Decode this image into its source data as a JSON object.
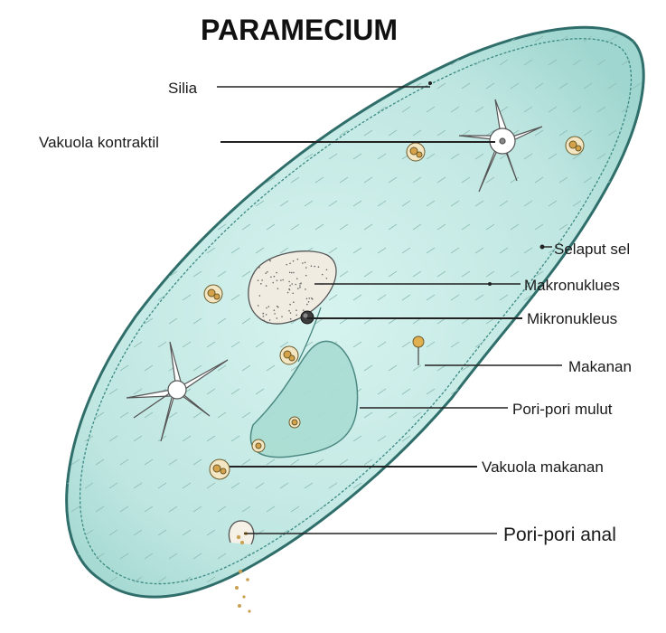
{
  "title": "PARAMECIUM",
  "colors": {
    "cytoplasm": "#c9ece8",
    "membrane": "#2f6e6a",
    "cilia": "#6f7f7d",
    "food": "#d5a24a",
    "nucleus": "#f1ece2"
  },
  "labels": {
    "silia": "Silia",
    "vakuola_kontraktil": "Vakuola kontraktil",
    "selaput_sel": "Selaput sel",
    "makronuklues": "Makronuklues",
    "mikronukleus": "Mikronukleus",
    "makanan": "Makanan",
    "pori_pori_mulut": "Pori-pori mulut",
    "vakuola_makanan": "Vakuola makanan",
    "pori_pori_anal": "Pori-pori anal"
  }
}
